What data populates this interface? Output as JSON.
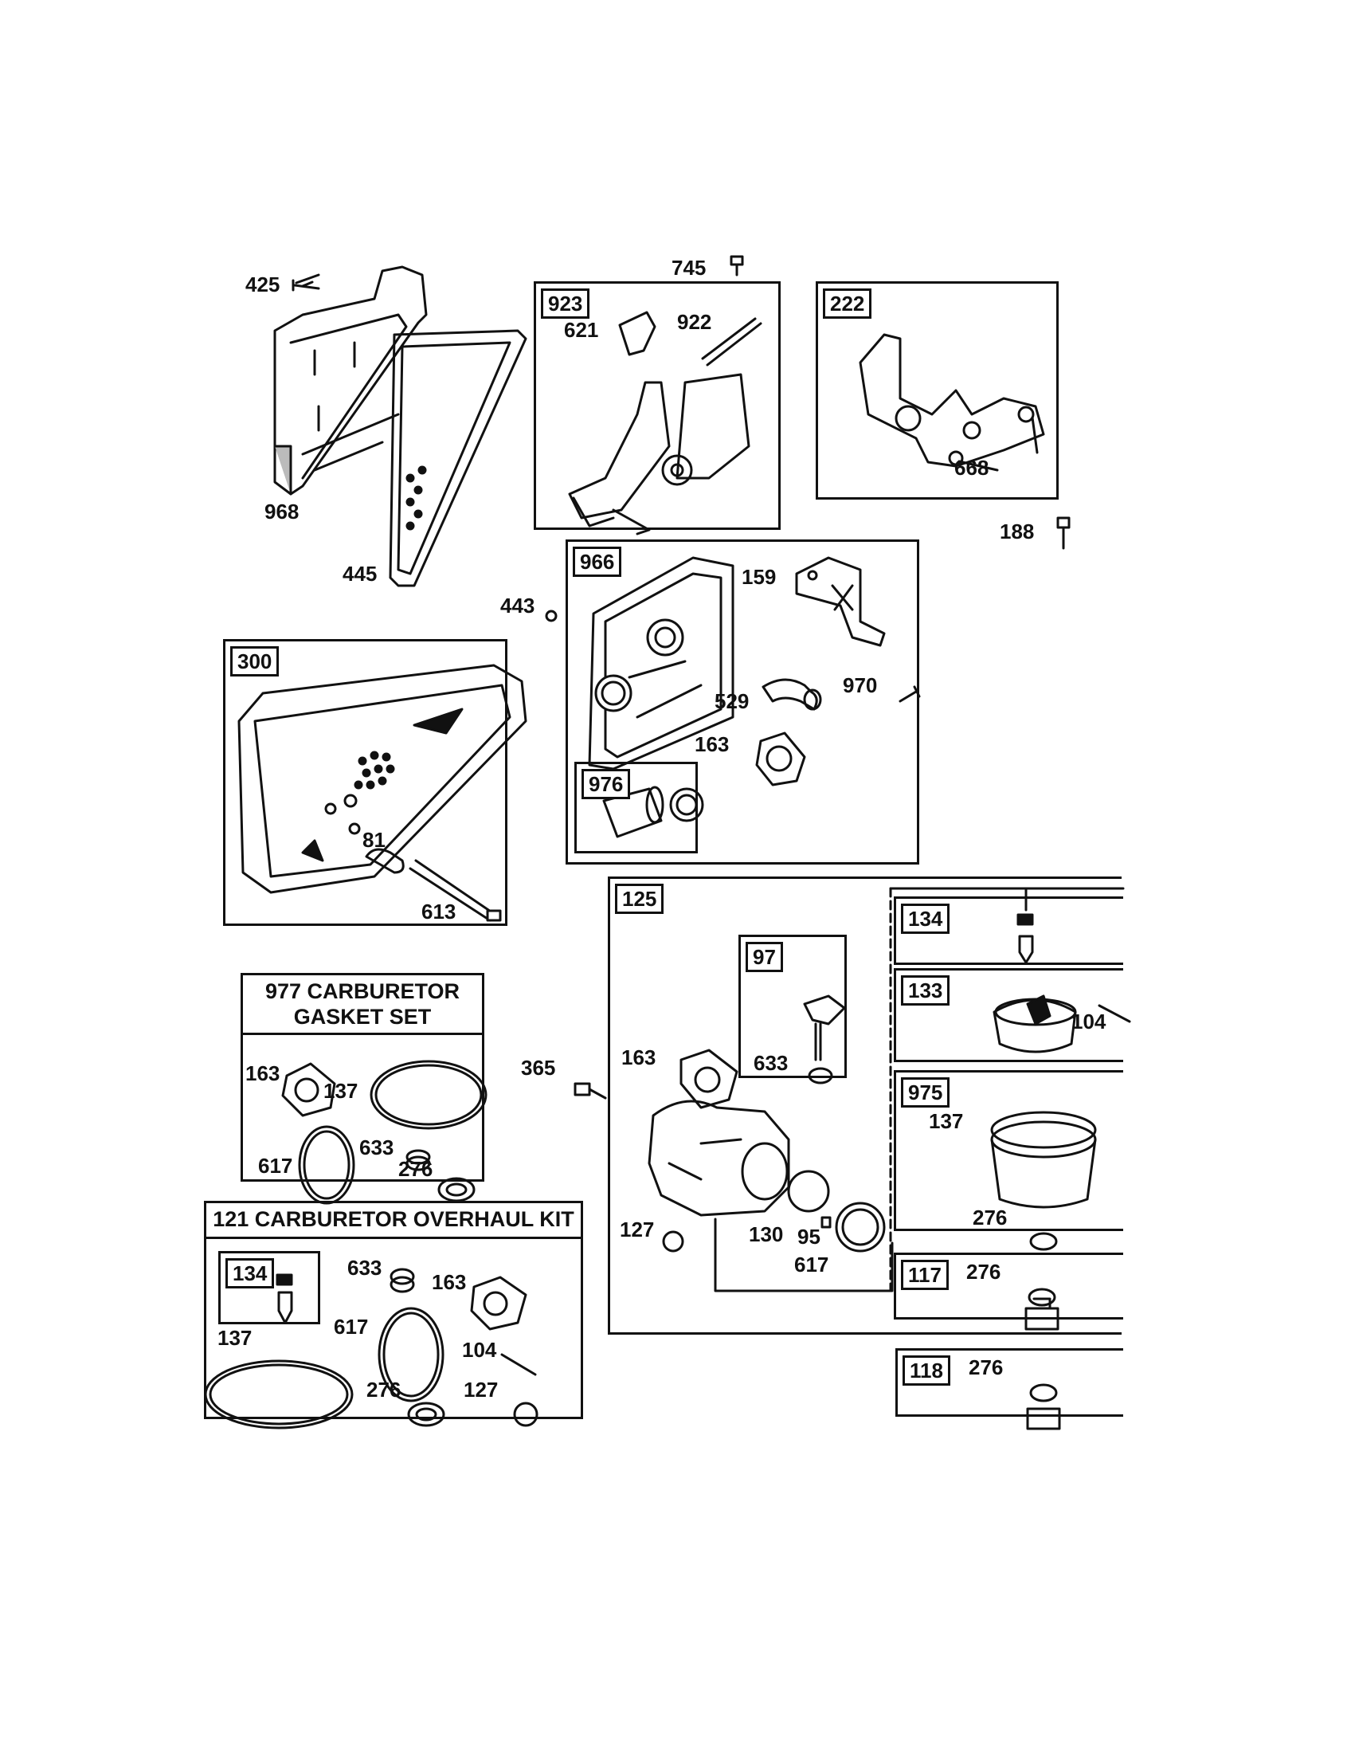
{
  "labels": {
    "l425": "425",
    "l968": "968",
    "l445": "445",
    "l745": "745",
    "l923": "923",
    "l621": "621",
    "l922": "922",
    "l222": "222",
    "l668": "668",
    "l188": "188",
    "l966": "966",
    "l443": "443",
    "l159": "159",
    "l529": "529",
    "l970": "970",
    "l163a": "163",
    "l976": "976",
    "l300": "300",
    "l81": "81",
    "l613": "613",
    "l125": "125",
    "l134a": "134",
    "l97": "97",
    "l633a": "633",
    "l133": "133",
    "l104a": "104",
    "l163b": "163",
    "l975": "975",
    "l137a": "137",
    "l276a": "276",
    "l365": "365",
    "l127a": "127",
    "l130": "130",
    "l95": "95",
    "l617a": "617",
    "l117": "117",
    "l276b": "276",
    "l118": "118",
    "l276c": "276",
    "l163c": "163",
    "l137b": "137",
    "l617b": "617",
    "l633b": "633",
    "l276d": "276",
    "l134b": "134",
    "l633c": "633",
    "l163d": "163",
    "l617c": "617",
    "l137c": "137",
    "l104b": "104",
    "l276e": "276",
    "l127b": "127"
  },
  "kits": {
    "gasket_title_line1": "977 CARBURETOR",
    "gasket_title_line2": "GASKET SET",
    "overhaul_title": "121 CARBURETOR OVERHAUL KIT"
  }
}
